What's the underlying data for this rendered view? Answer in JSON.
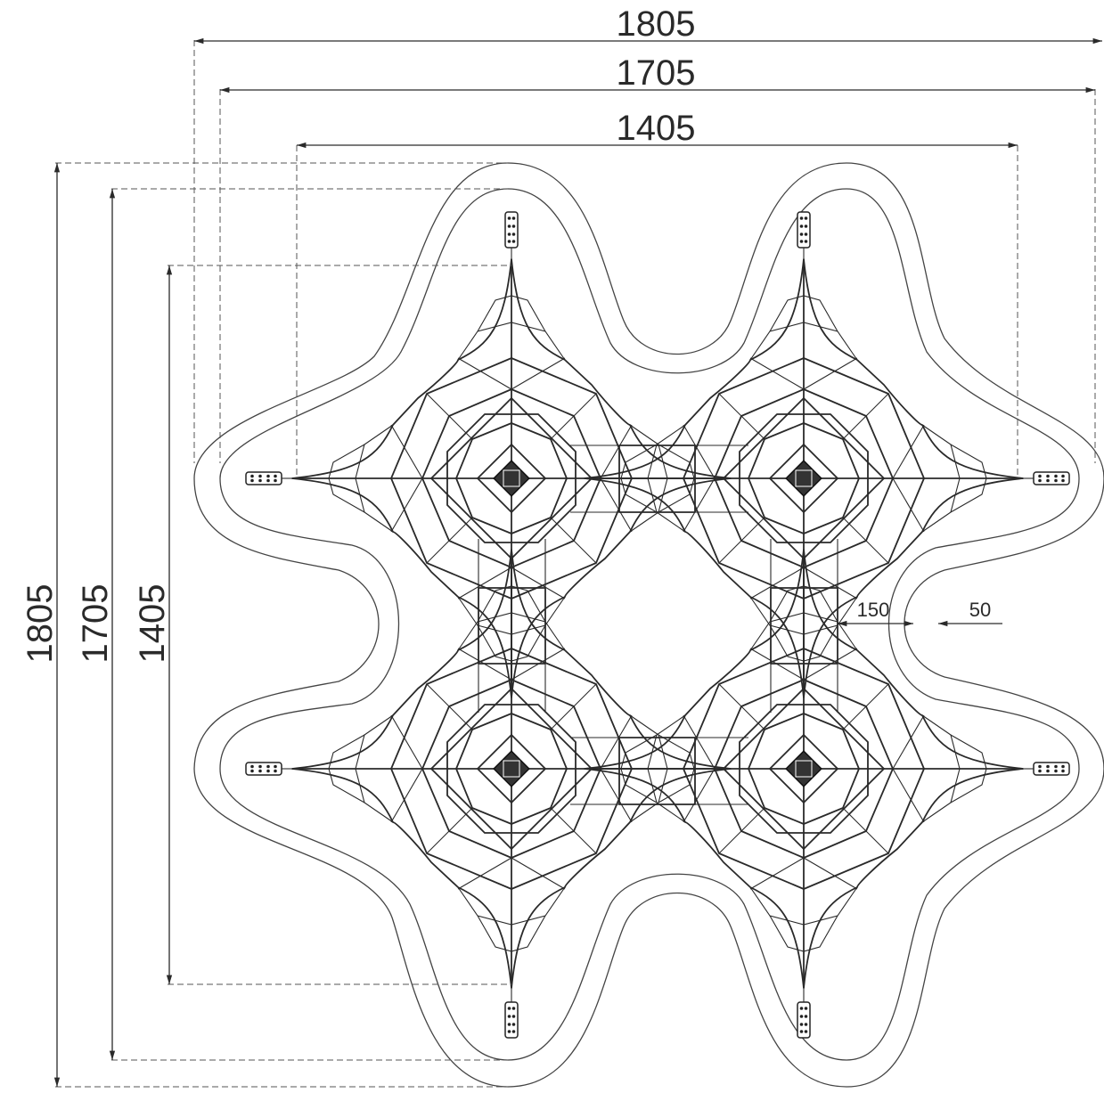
{
  "dimensions": {
    "top": {
      "outer": "1805",
      "middle": "1705",
      "inner": "1405"
    },
    "left": {
      "outer": "1805",
      "middle": "1705",
      "inner": "1405"
    },
    "spacing": {
      "equipment_to_zone": "150",
      "zone_width": "50"
    }
  },
  "colors": {
    "line": "#2a2a2a",
    "background": "#ffffff"
  }
}
